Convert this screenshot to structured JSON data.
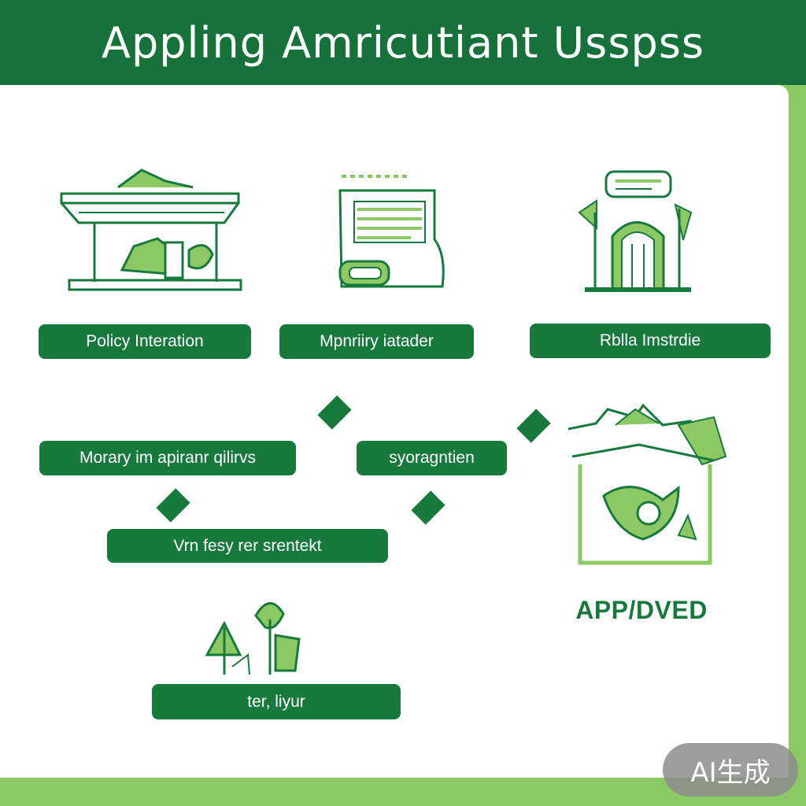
{
  "header": {
    "title": "Appling Amricutiant Usspss"
  },
  "nodes": {
    "policy_interation": "Policy Interation",
    "mpnriiry_iatader": "Mpnriiry iatader",
    "rblla_imstrdie": "Rblla Imstrdie",
    "morary_apiranr": "Morary im apiranr qilirvs",
    "syoragntien": "syoragntien",
    "vrn_fesy": "Vrn fesy rer srentekt",
    "ter_liyur": "ter, liyur"
  },
  "status": {
    "approved": "APP/DVED"
  },
  "watermark": {
    "label": "AI生成"
  },
  "colors": {
    "dark_green": "#16723a",
    "light_green": "#8cc864",
    "white": "#ffffff"
  },
  "icons": [
    "market-stall-icon",
    "document-icon",
    "building-icon",
    "approved-box-icon",
    "seedling-icon"
  ]
}
